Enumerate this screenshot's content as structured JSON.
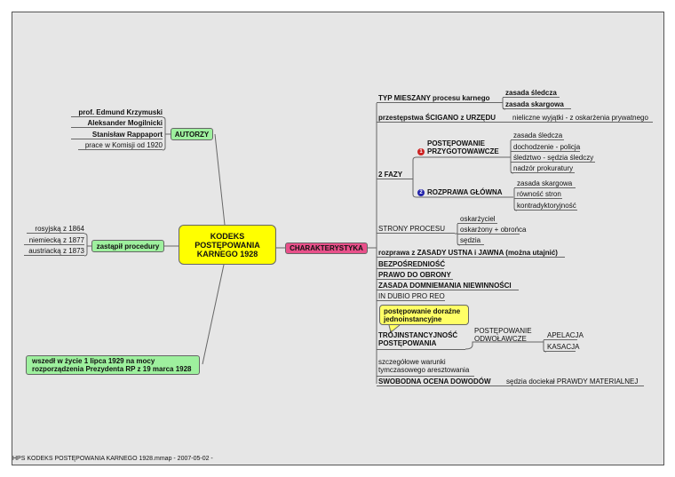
{
  "center": "KODEKS POSTĘPOWANIA KARNEGO 1928",
  "authors": {
    "label": "AUTORZY",
    "items": [
      "prof. Edmund Krzymuski",
      "Aleksander Mogilnicki",
      "Stanisław Rappaport",
      "prace w Komisji od 1920"
    ]
  },
  "replaced": {
    "label": "zastąpił procedury",
    "items": [
      "rosyjską z 1864",
      "niemiecką z 1877",
      "austriacką z 1873"
    ]
  },
  "entered": "wszedł w życie 1 lipca 1929 na mocy rozporządzenia Prezydenta RP z 19 marca 1928",
  "char": {
    "label": "CHARAKTERYSTYKA",
    "typ": "TYP MIESZANY procesu karnego",
    "typ_items": [
      "zasada śledcza",
      "zasada skargowa"
    ],
    "urzedu": "przestępstwa ŚCIGANO z URZĘDU",
    "urzedu_note": "nieliczne wyjątki - z oskarżenia prywatnego",
    "fazy": "2 FAZY",
    "pp": "POSTĘPOWANIE PRZYGOTOWAWCZE",
    "pp_num": "1",
    "pp_items": [
      "zasada śledcza",
      "dochodzenie - policja",
      "śledztwo - sędzia śledczy",
      "nadzór prokuratury"
    ],
    "rg": "ROZPRAWA GŁÓWNA",
    "rg_num": "2",
    "rg_items": [
      "zasada skargowa",
      "równość stron",
      "kontradyktoryjność"
    ],
    "strony": "STRONY PROCESU",
    "strony_items": [
      "oskarżyciel",
      "oskarżony + obrońca",
      "sędzia"
    ],
    "rozprawa": "rozprawa z ZASADY USTNA i JAWNA (można utajnić)",
    "bezp": "BEZPOŚREDNIOŚĆ",
    "obrona": "PRAWO DO OBRONY",
    "domn": "ZASADA DOMNIEMANIA NIEWINNOŚCI",
    "dubio": "IN DUBIO PRO REO",
    "callout": "postępowanie doraźne jednoinstancyjne",
    "troj": "TRÓJINSTANCYJNOŚĆ POSTĘPOWANIA",
    "odw": "POSTĘPOWANIE ODWOŁAWCZE",
    "odw_items": [
      "APELACJA",
      "KASACJA"
    ],
    "areszt": "szczegółowe warunki tymczasowego aresztowania",
    "swob": "SWOBODNA OCENA DOWODÓW",
    "swob_note": "sędzia dociekał PRAWDY MATERIALNEJ"
  },
  "footer": "HPS KODEKS POSTĘPOWANIA KARNEGO 1928.mmap - 2007-05-02 -",
  "colors": {
    "center": "#ffff00",
    "branch": "#9ef09e",
    "char": "#e8508a",
    "callout": "#ffff66"
  }
}
